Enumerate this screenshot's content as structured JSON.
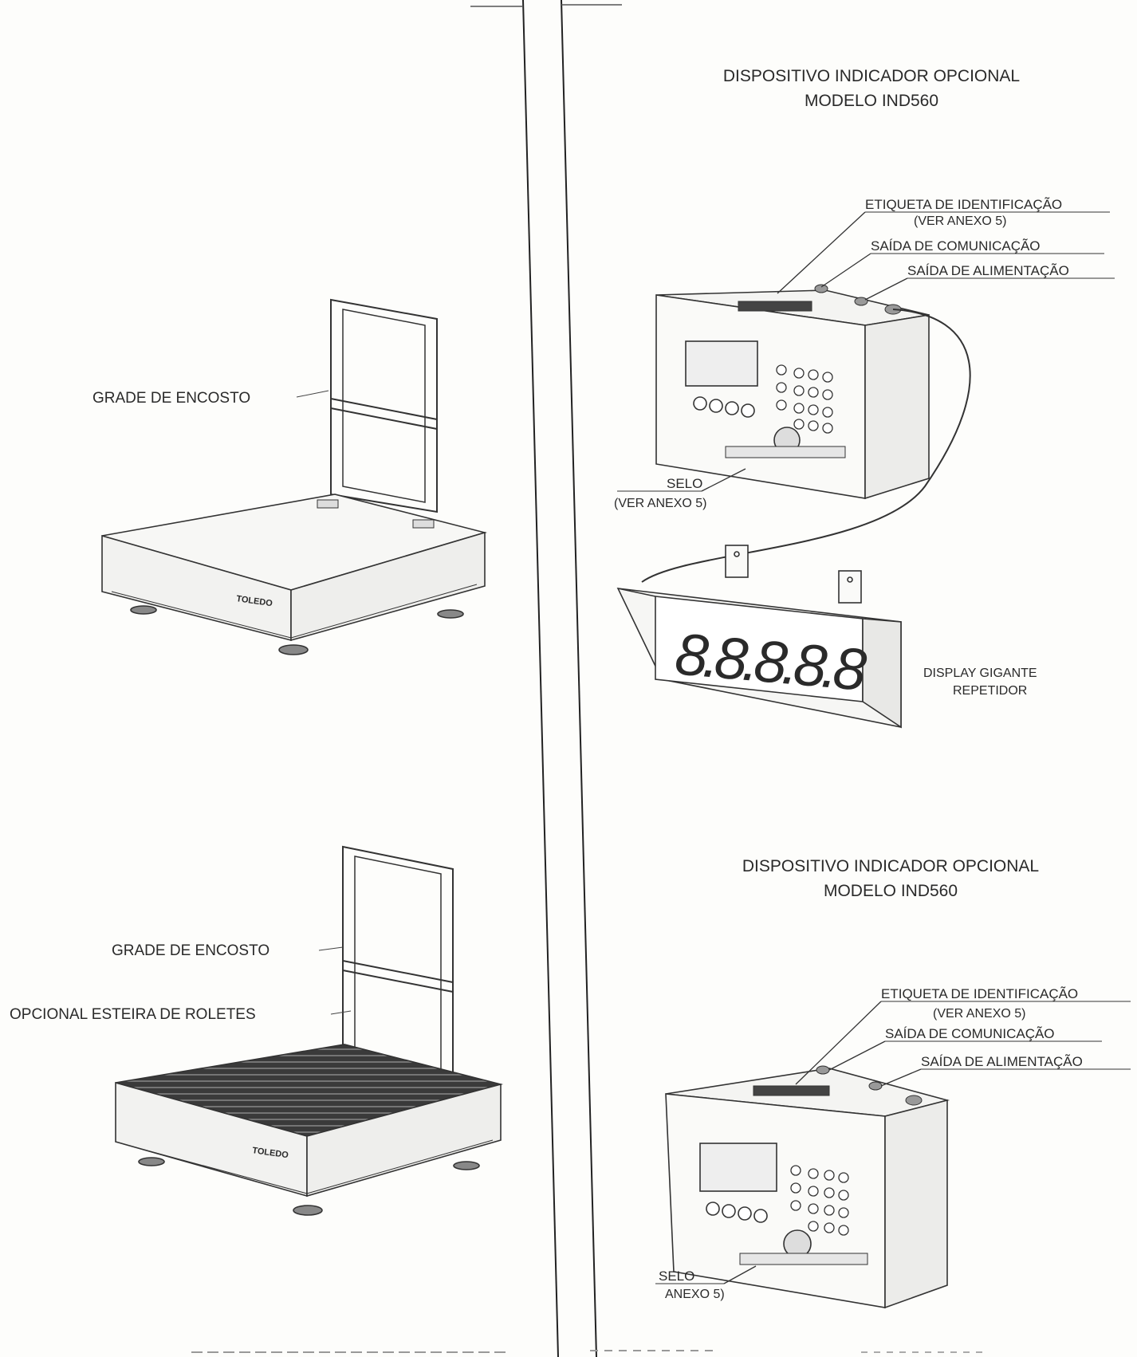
{
  "left_panel": {
    "scale_top": {
      "backrest_label": "GRADE DE ENCOSTO",
      "brand": "TOLEDO"
    },
    "scale_bottom": {
      "backrest_label": "GRADE DE ENCOSTO",
      "roller_label": "OPCIONAL ESTEIRA DE ROLETES",
      "brand": "TOLEDO"
    }
  },
  "right_panel": {
    "indicator_top": {
      "title_line1": "DISPOSITIVO INDICADOR OPCIONAL",
      "title_line2": "MODELO IND560",
      "id_label": "ETIQUETA DE IDENTIFICAÇÃO",
      "id_ref": "(VER ANEXO 5)",
      "comm_label": "SAÍDA DE COMUNICAÇÃO",
      "power_label": "SAÍDA DE ALIMENTAÇÃO",
      "seal_label": "SELO",
      "seal_ref": "(VER ANEXO 5)"
    },
    "display": {
      "digits": "8.8.8.8.8",
      "label_line1": "DISPLAY GIGANTE",
      "label_line2": "REPETIDOR"
    },
    "indicator_bottom": {
      "title_line1": "DISPOSITIVO INDICADOR OPCIONAL",
      "title_line2": "MODELO IND560",
      "id_label": "ETIQUETA DE IDENTIFICAÇÃO",
      "id_ref": "(VER ANEXO 5)",
      "comm_label": "SAÍDA DE COMUNICAÇÃO",
      "power_label": "SAÍDA DE ALIMENTAÇÃO",
      "seal_label": "SELO",
      "seal_ref": "ANEXO 5)"
    }
  }
}
